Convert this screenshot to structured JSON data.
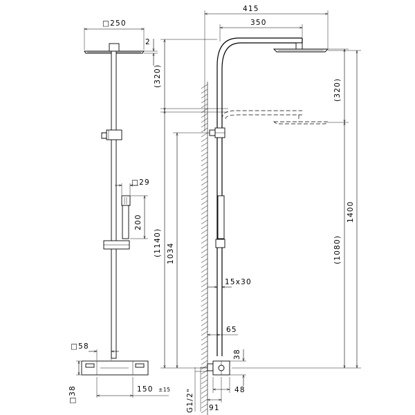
{
  "diagram": {
    "front_view": {
      "head_width": "□250",
      "head_thickness": "2",
      "head_drop": "(320)",
      "handshower_width": "□29",
      "handshower_length": "200",
      "mixer_width": "□58",
      "mixer_depth": "□38",
      "inlet_spacing": "150",
      "inlet_tolerance": "±15"
    },
    "side_view": {
      "overall_projection": "415",
      "arm_length": "350",
      "head_drop": "(320)",
      "overall_height": "1400",
      "riser_height": "(1140)",
      "bar_height": "1034",
      "lower_height": "(1080)",
      "tube_section": "15x30",
      "bracket_offset": "65",
      "mixer_height": "38",
      "mixer_offset": "48",
      "connection": "G1/2\"",
      "wall_distance": "91"
    }
  }
}
